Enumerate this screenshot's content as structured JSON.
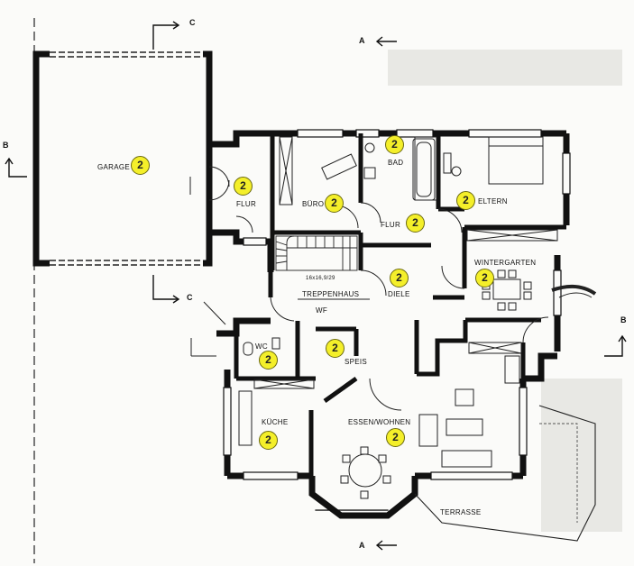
{
  "rooms": {
    "garage": {
      "label": "GARAGE",
      "badge": "2"
    },
    "flur_west": {
      "label": "FLUR",
      "badge": "2"
    },
    "buero": {
      "label": "BÜRO",
      "badge": "2"
    },
    "bad": {
      "label": "BAD",
      "badge": "2"
    },
    "eltern": {
      "label": "ELTERN",
      "badge": "2"
    },
    "flur": {
      "label": "FLUR",
      "badge": "2"
    },
    "treppenhaus": {
      "label": "TREPPENHAUS",
      "badge": ""
    },
    "diele": {
      "label": "DIELE",
      "badge": "2"
    },
    "wintergarten": {
      "label": "WINTERGARTEN",
      "badge": "2"
    },
    "wc": {
      "label": "WC",
      "badge": "2"
    },
    "speis": {
      "label": "SPEIS",
      "badge": "2"
    },
    "kueche": {
      "label": "KÜCHE",
      "badge": "2"
    },
    "essen_wohnen": {
      "label": "ESSEN/WOHNEN",
      "badge": "2"
    },
    "terrasse": {
      "label": "TERRASSE",
      "badge": ""
    }
  },
  "stair_note": "16x16,9/29",
  "wf_label": "WF",
  "section_marks": {
    "a_top": "A",
    "a_bottom": "A",
    "b_left": "B",
    "b_right": "B",
    "c_top": "C",
    "c_bottom": "C"
  }
}
